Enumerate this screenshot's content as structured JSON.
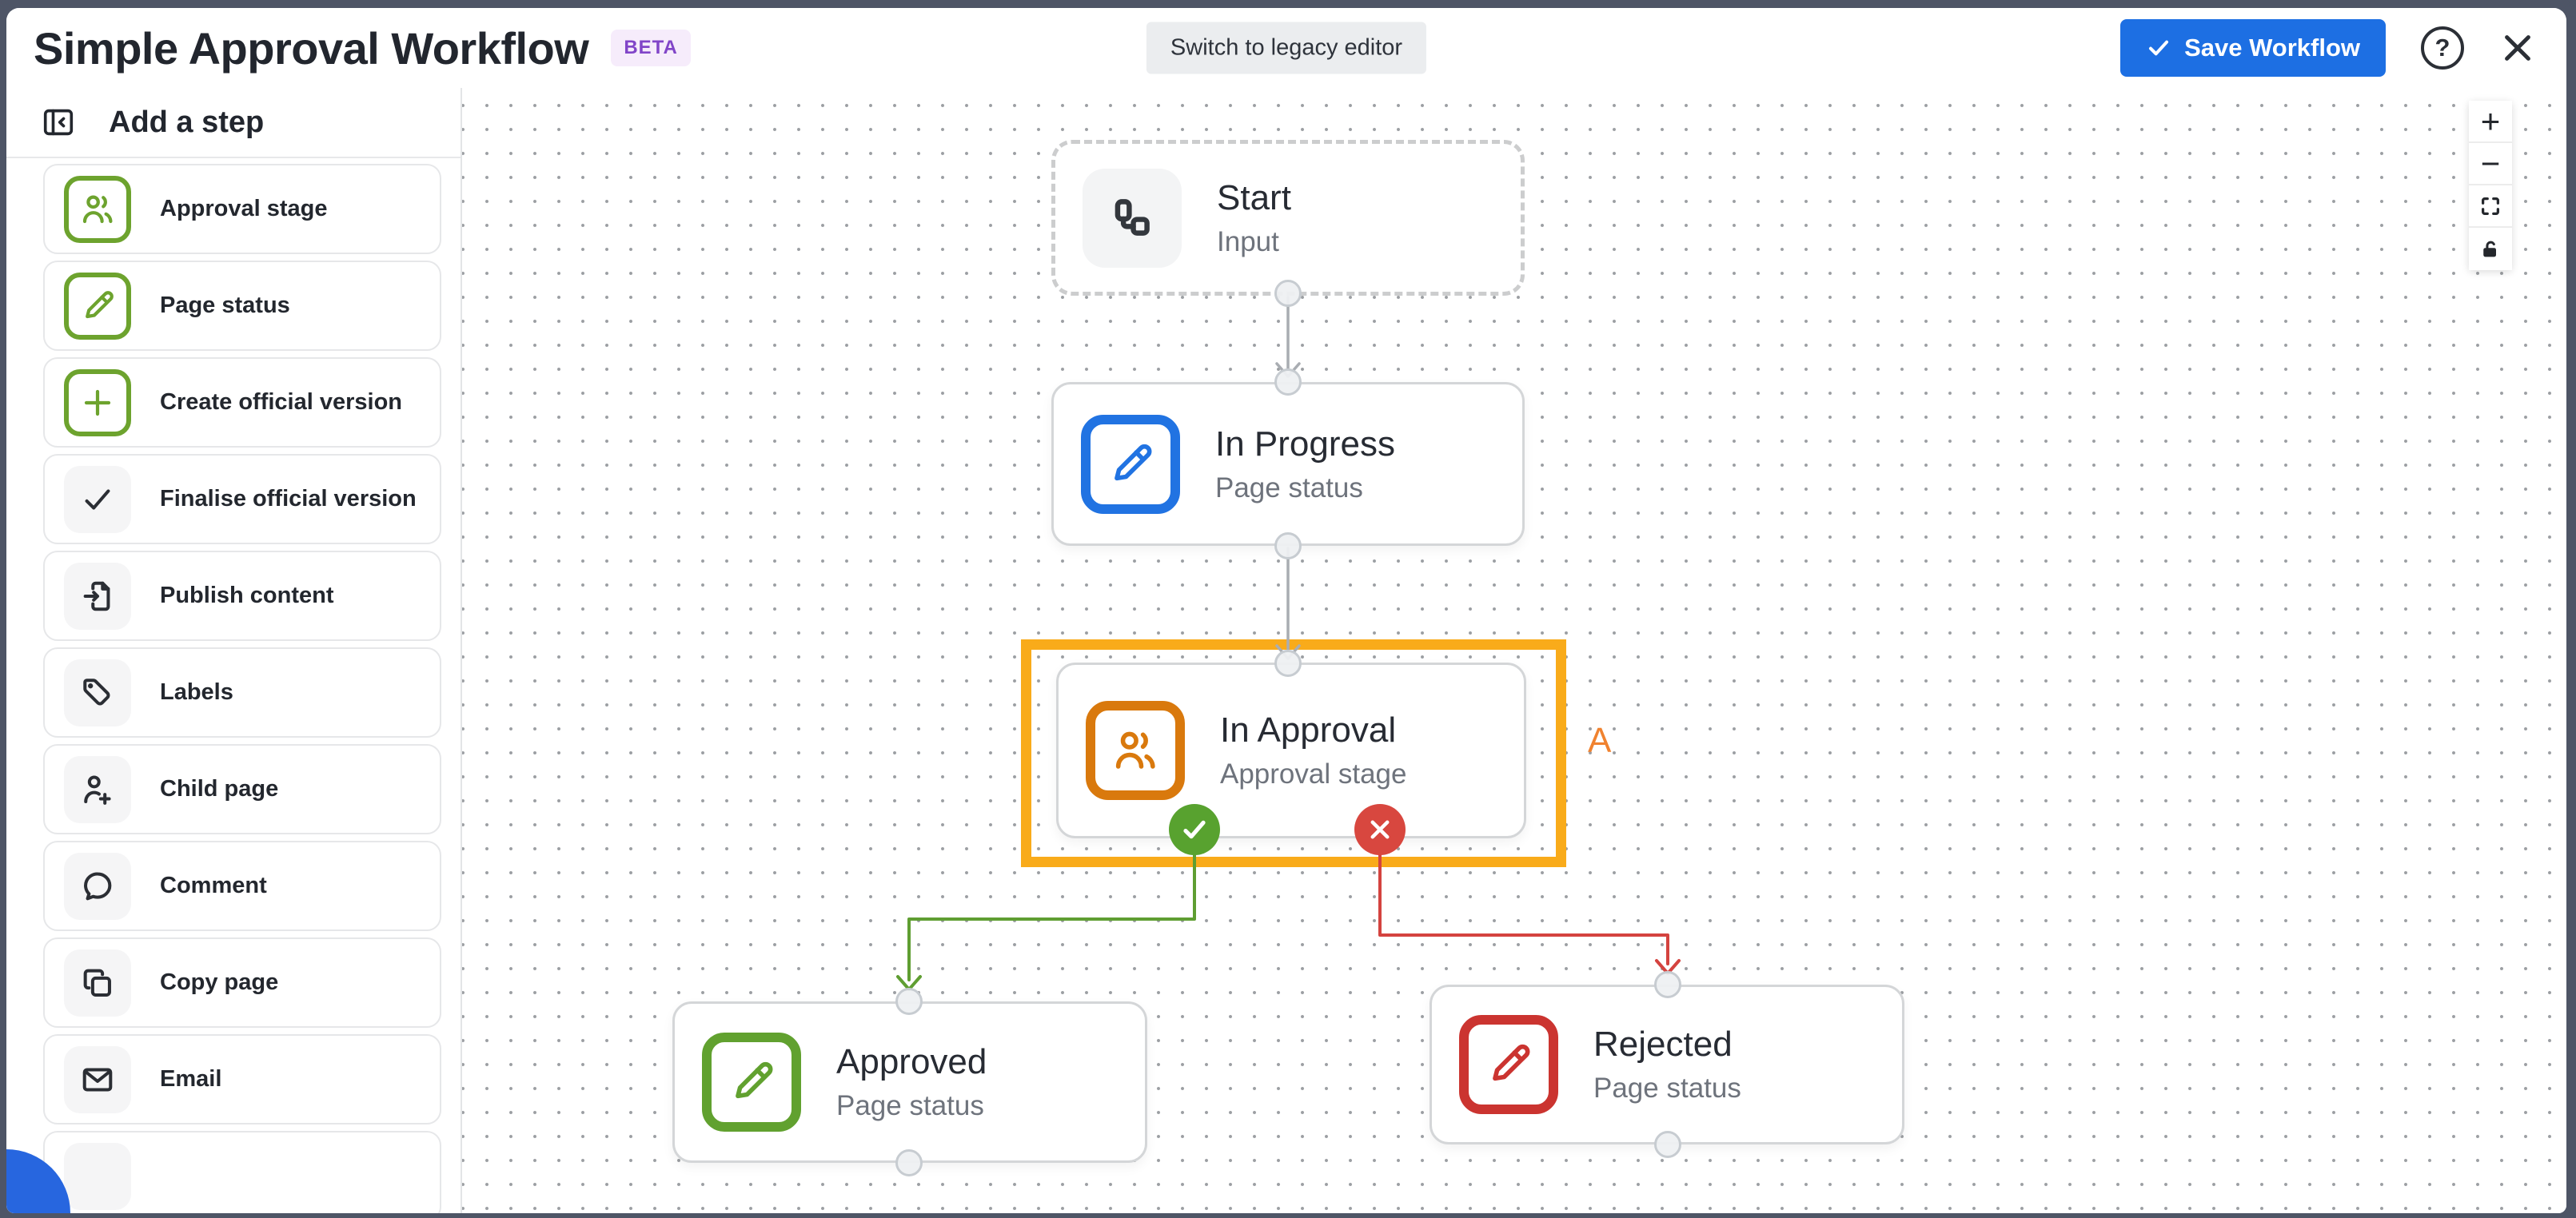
{
  "header": {
    "title": "Simple Approval Workflow",
    "beta_badge": "BETA",
    "switch_button": "Switch to legacy editor",
    "save_button": "Save Workflow",
    "help_glyph": "?"
  },
  "sidebar": {
    "header": "Add a step",
    "items": [
      {
        "label": "Approval stage",
        "icon": "people-icon",
        "style": "green"
      },
      {
        "label": "Page status",
        "icon": "pencil-icon",
        "style": "green"
      },
      {
        "label": "Create official version",
        "icon": "plus-icon",
        "style": "green"
      },
      {
        "label": "Finalise official version",
        "icon": "check-icon",
        "style": "gray"
      },
      {
        "label": "Publish content",
        "icon": "file-export-icon",
        "style": "gray"
      },
      {
        "label": "Labels",
        "icon": "tag-icon",
        "style": "gray"
      },
      {
        "label": "Child page",
        "icon": "person-add-icon",
        "style": "gray"
      },
      {
        "label": "Comment",
        "icon": "speech-bubble-icon",
        "style": "gray"
      },
      {
        "label": "Copy page",
        "icon": "copy-icon",
        "style": "gray"
      },
      {
        "label": "Email",
        "icon": "envelope-icon",
        "style": "gray"
      }
    ]
  },
  "canvas": {
    "nodes": {
      "start": {
        "title": "Start",
        "subtitle": "Input"
      },
      "in_progress": {
        "title": "In Progress",
        "subtitle": "Page status"
      },
      "in_approval": {
        "title": "In Approval",
        "subtitle": "Approval stage",
        "selected": true
      },
      "approved": {
        "title": "Approved",
        "subtitle": "Page status"
      },
      "rejected": {
        "title": "Rejected",
        "subtitle": "Page status"
      }
    },
    "collaborator_label": "A"
  },
  "zoom_controls": {
    "zoom_in": "+",
    "zoom_out": "−",
    "fit_icon": "fit-view-icon",
    "lock_icon": "unlock-icon"
  },
  "colors": {
    "frame_background": "#4e5566",
    "save_button_blue": "#1d6fe3",
    "beta_purple": "#8145c8",
    "selection_orange": "#f9ab1a",
    "collaborator_orange": "#f0822f",
    "approve_badge_green": "#58a22f",
    "reject_badge_red": "#d8473f",
    "step_icon_green": "#6da32e",
    "status_icon_blue": "#2173e2",
    "stage_icon_orange": "#d9790d",
    "approved_icon_green": "#61a12f",
    "rejected_icon_red": "#cb3430"
  }
}
